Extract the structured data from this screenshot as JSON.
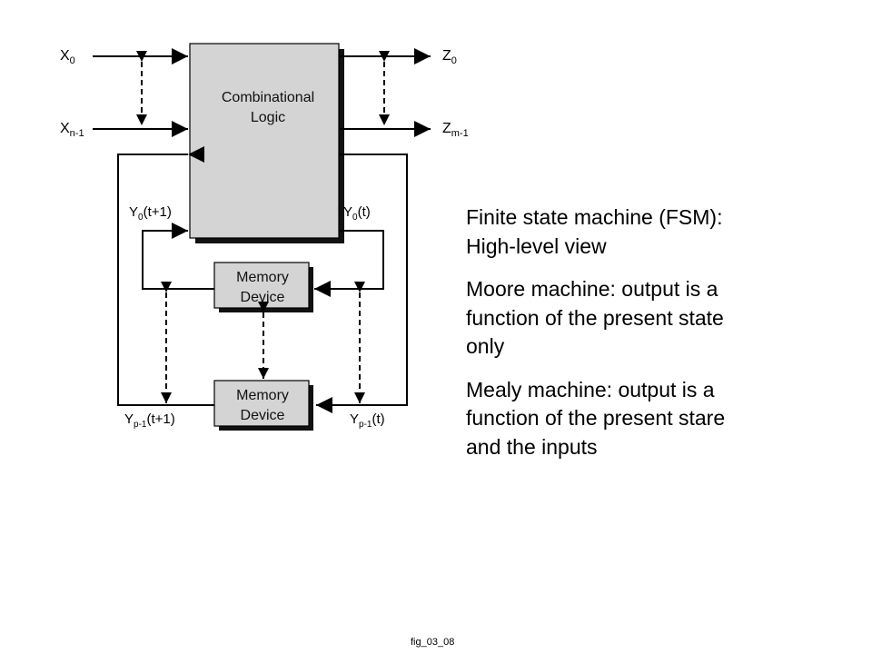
{
  "diagram": {
    "combinational_logic": {
      "line1": "Combinational",
      "line2": "Logic"
    },
    "memory_top": {
      "line1": "Memory",
      "line2": "Device"
    },
    "memory_bottom": {
      "line1": "Memory",
      "line2": "Device"
    },
    "inputs": {
      "x0": {
        "base": "X",
        "sub": "0"
      },
      "xn1": {
        "base": "X",
        "sub": "n-1"
      }
    },
    "outputs": {
      "z0": {
        "base": "Z",
        "sub": "0"
      },
      "zm1": {
        "base": "Z",
        "sub": "m-1"
      }
    },
    "state_labels": {
      "y0_next": {
        "base": "Y",
        "sub": "0",
        "suffix": "(t+1)"
      },
      "y0_now": {
        "base": "Y",
        "sub": "0",
        "suffix": "(t)"
      },
      "yp1_next": {
        "base": "Y",
        "sub": "p-1",
        "suffix": "(t+1)"
      },
      "yp1_now": {
        "base": "Y",
        "sub": "p-1",
        "suffix": "(t)"
      }
    },
    "colors": {
      "box_fill": "#d4d4d4",
      "box_shadow": "#111111",
      "line": "#000000"
    }
  },
  "notes": {
    "title_line1": "Finite state machine (FSM):",
    "title_line2": "High-level view",
    "moore_line1": "Moore machine: output is a",
    "moore_line2": "function of the present state",
    "moore_line3": "only",
    "mealy_line1": "Mealy machine:  output is a",
    "mealy_line2": "function of the present stare",
    "mealy_line3": "and the inputs"
  },
  "figure_id": "fig_03_08"
}
